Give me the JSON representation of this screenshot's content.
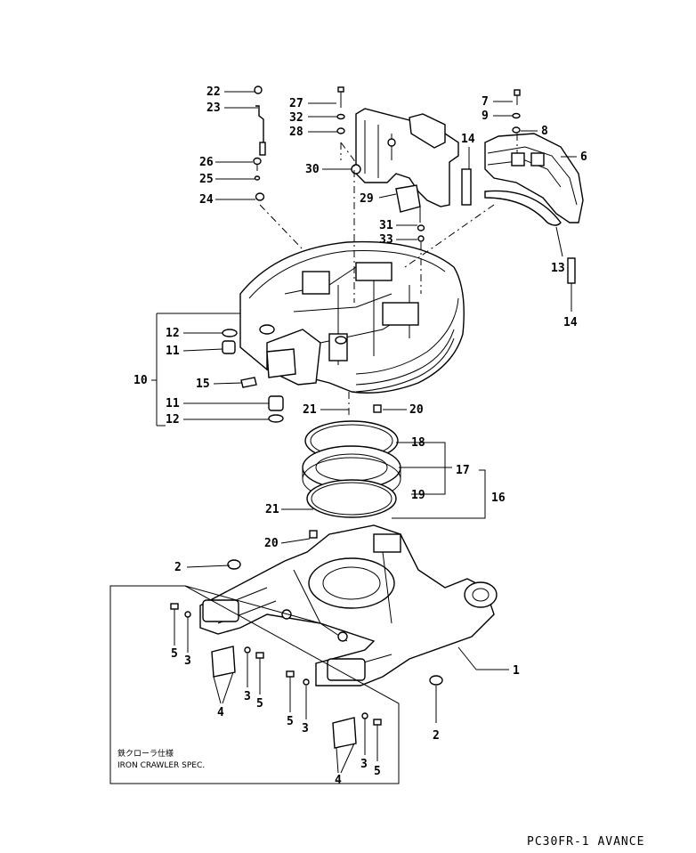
{
  "diagram": {
    "model_code": "PC30FR-1 AVANCE",
    "note_jp": "鉄クローラ仕様",
    "note_en": "IRON CRAWLER SPEC.",
    "callouts": [
      {
        "id": "c22",
        "text": "22"
      },
      {
        "id": "c23",
        "text": "23"
      },
      {
        "id": "c26",
        "text": "26"
      },
      {
        "id": "c25",
        "text": "25"
      },
      {
        "id": "c24",
        "text": "24"
      },
      {
        "id": "c27",
        "text": "27"
      },
      {
        "id": "c32",
        "text": "32"
      },
      {
        "id": "c28",
        "text": "28"
      },
      {
        "id": "c30",
        "text": "30"
      },
      {
        "id": "c29",
        "text": "29"
      },
      {
        "id": "c31",
        "text": "31"
      },
      {
        "id": "c33",
        "text": "33"
      },
      {
        "id": "c7",
        "text": "7"
      },
      {
        "id": "c9",
        "text": "9"
      },
      {
        "id": "c8",
        "text": "8"
      },
      {
        "id": "c6",
        "text": "6"
      },
      {
        "id": "c14a",
        "text": "14"
      },
      {
        "id": "c13",
        "text": "13"
      },
      {
        "id": "c14b",
        "text": "14"
      },
      {
        "id": "c12a",
        "text": "12"
      },
      {
        "id": "c11a",
        "text": "11"
      },
      {
        "id": "c10",
        "text": "10"
      },
      {
        "id": "c15",
        "text": "15"
      },
      {
        "id": "c11b",
        "text": "11"
      },
      {
        "id": "c12b",
        "text": "12"
      },
      {
        "id": "c21a",
        "text": "21"
      },
      {
        "id": "c20a",
        "text": "20"
      },
      {
        "id": "c18",
        "text": "18"
      },
      {
        "id": "c17",
        "text": "17"
      },
      {
        "id": "c16",
        "text": "16"
      },
      {
        "id": "c19",
        "text": "19"
      },
      {
        "id": "c21b",
        "text": "21"
      },
      {
        "id": "c20b",
        "text": "20"
      },
      {
        "id": "c2a",
        "text": "2"
      },
      {
        "id": "c1",
        "text": "1"
      },
      {
        "id": "c5a",
        "text": "5"
      },
      {
        "id": "c3a",
        "text": "3"
      },
      {
        "id": "c3b",
        "text": "3"
      },
      {
        "id": "c5b",
        "text": "5"
      },
      {
        "id": "c4a",
        "text": "4"
      },
      {
        "id": "c5c",
        "text": "5"
      },
      {
        "id": "c3c",
        "text": "3"
      },
      {
        "id": "c2b",
        "text": "2"
      },
      {
        "id": "c3d",
        "text": "3"
      },
      {
        "id": "c5d",
        "text": "5"
      },
      {
        "id": "c4b",
        "text": "4"
      }
    ]
  }
}
